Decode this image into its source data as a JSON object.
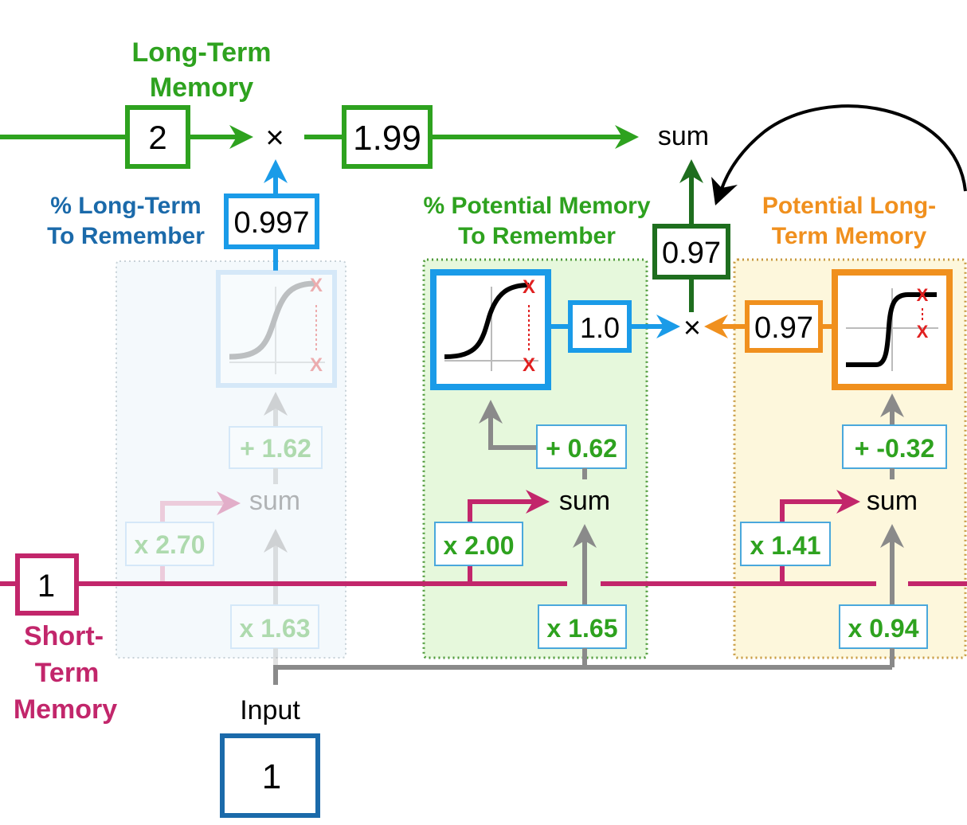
{
  "colors": {
    "long_term": "#2ea21f",
    "long_term_dark": "#1e6e1e",
    "blue": "#1a9be8",
    "blue_label": "#1b6aaa",
    "short_term": "#c2266b",
    "orange": "#f0901e",
    "gray": "#8a8a8a",
    "weight_text": "#2ea21f",
    "red_x": "#e02020",
    "green_panel": "#e6f8dc",
    "yellow_panel": "#fdf7dc",
    "faded_panel": "#f4f9fc"
  },
  "long_term": {
    "label_line1": "Long-Term",
    "label_line2": "Memory",
    "value": "2",
    "multiply_symbol": "×",
    "result": "1.99",
    "sum_label": "sum"
  },
  "forget_gate": {
    "label_line1": "% Long-Term",
    "label_line2": "To Remember",
    "output": "0.997",
    "bias": "+ 1.62",
    "short_term_weight": "x 2.70",
    "input_weight": "x 1.63",
    "sum_label": "sum",
    "state": "faded"
  },
  "input_gate": {
    "label_line1": "% Potential Memory",
    "label_line2": "To Remember",
    "output": "1.0",
    "bias": "+ 0.62",
    "short_term_weight": "x 2.00",
    "input_weight": "x 1.65",
    "sum_label": "sum"
  },
  "candidate": {
    "label_line1": "Potential Long-",
    "label_line2": "Term Memory",
    "output": "0.97",
    "bias": "+ -0.32",
    "short_term_weight": "x 1.41",
    "input_weight": "x 0.94",
    "sum_label": "sum"
  },
  "combine": {
    "multiply_symbol": "×",
    "product": "0.97"
  },
  "short_term": {
    "value": "1",
    "label_line1": "Short-",
    "label_line2": "Term",
    "label_line3": "Memory"
  },
  "input": {
    "label": "Input",
    "value": "1"
  },
  "icons": {
    "sigmoid": "sigmoid-curve-icon",
    "tanh": "tanh-curve-icon",
    "feedback": "feedback-arrow-icon"
  }
}
